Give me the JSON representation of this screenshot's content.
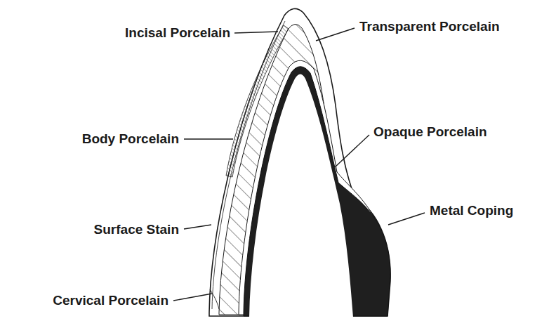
{
  "diagram": {
    "labels": [
      "Incisal Porcelain",
      "Transparent Porcelain",
      "Body Porcelain",
      "Opaque Porcelain",
      "Metal Coping",
      "Surface Stain",
      "Cervical Porcelain"
    ]
  }
}
